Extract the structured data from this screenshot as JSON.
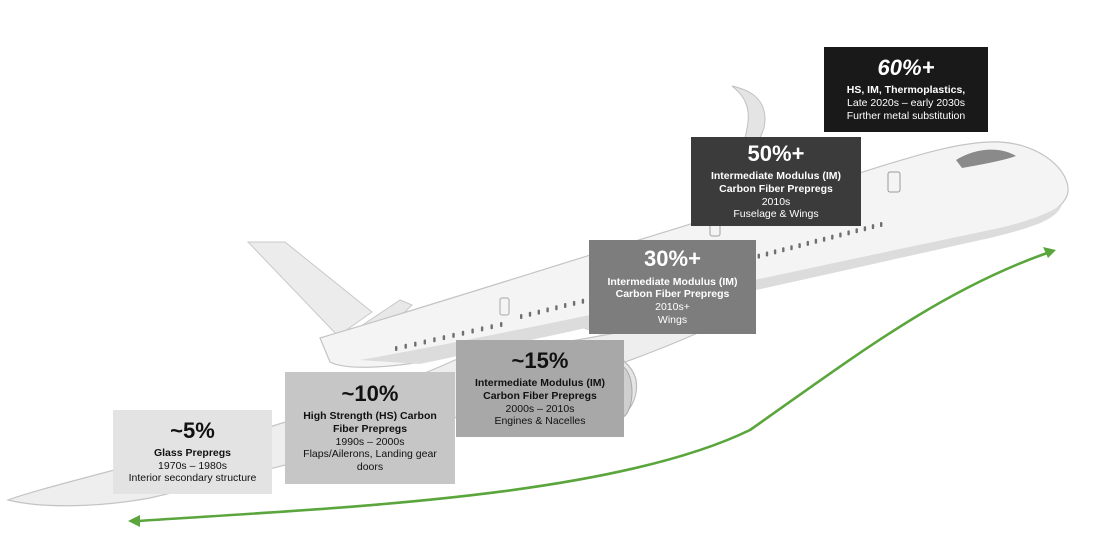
{
  "colors": {
    "trend_line": "#5aa63c",
    "plane_fill": "#f3f3f3",
    "plane_shade": "#d6d6d6",
    "plane_outline": "#c4c4c4",
    "windows": "#6f6f6f"
  },
  "icons": {
    "background": "airplane-icon",
    "trend": "trend-arrow-icon"
  },
  "milestones": [
    {
      "percent": "~5%",
      "material": "Glass Prepregs",
      "era": "1970s – 1980s",
      "application": "Interior secondary structure"
    },
    {
      "percent": "~10%",
      "material": "High Strength (HS) Carbon Fiber Prepregs",
      "era": "1990s – 2000s",
      "application": "Flaps/Ailerons, Landing gear doors"
    },
    {
      "percent": "~15%",
      "material": "Intermediate Modulus (IM) Carbon Fiber Prepregs",
      "era": "2000s – 2010s",
      "application": "Engines & Nacelles"
    },
    {
      "percent": "30%+",
      "material": "Intermediate Modulus (IM) Carbon Fiber Prepregs",
      "era": "2010s+",
      "application": "Wings"
    },
    {
      "percent": "50%+",
      "material": "Intermediate Modulus (IM) Carbon Fiber Prepregs",
      "era": "2010s",
      "application": "Fuselage & Wings"
    },
    {
      "percent": "60%+",
      "material": "HS, IM, Thermoplastics,",
      "era": "Late 2020s –  early 2030s",
      "application": "Further metal substitution"
    }
  ]
}
